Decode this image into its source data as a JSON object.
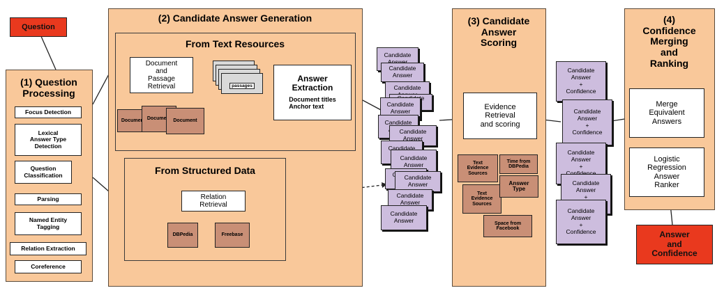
{
  "question": "Question",
  "answer_confidence": "Answer\nand\nConfidence",
  "qp": {
    "title": "(1) Question\nProcessing",
    "items": [
      "Focus Detection",
      "Lexical\nAnswer Type\nDetection",
      "Question\nClassification",
      "Parsing",
      "Named Entity\nTagging",
      "Relation Extraction",
      "Coreference"
    ]
  },
  "cag": {
    "title": "(2) Candidate Answer Generation",
    "text_resources": {
      "title": "From Text Resources",
      "doc_retrieval": "Document\nand\nPassage\nRetrieval",
      "doc_labels": [
        "Document",
        "Document",
        "Document"
      ],
      "passages_label": "passages",
      "extraction_title": "Answer\nExtraction",
      "extraction_sub": "Document titles\nAnchor text"
    },
    "structured": {
      "title": "From Structured Data",
      "relation": "Relation\nRetrieval",
      "sources": [
        "DBPedia",
        "Freebase"
      ]
    }
  },
  "candidate_label": "Candidate\nAnswer",
  "scoring": {
    "title": "(3) Candidate\nAnswer\nScoring",
    "evidence": "Evidence\nRetrieval\nand scoring",
    "docs": [
      "Text\nEvidence\nSources",
      "Time from\nDBPedia",
      "Text\nEvidence\nSources",
      "Answer\nType",
      "Space from\nFacebook"
    ]
  },
  "scored_candidate_label": "Candidate\nAnswer\n+\nConfidence",
  "merging": {
    "title": "(4)\nConfidence\nMerging\nand\nRanking",
    "merge": "Merge\nEquivalent\nAnswers",
    "ranker": "Logistic\nRegression\nAnswer\nRanker"
  },
  "colors": {
    "panel": "#f9c89a",
    "red": "#e9391e",
    "candidate": "#cdbdde",
    "document": "#c98f76"
  }
}
